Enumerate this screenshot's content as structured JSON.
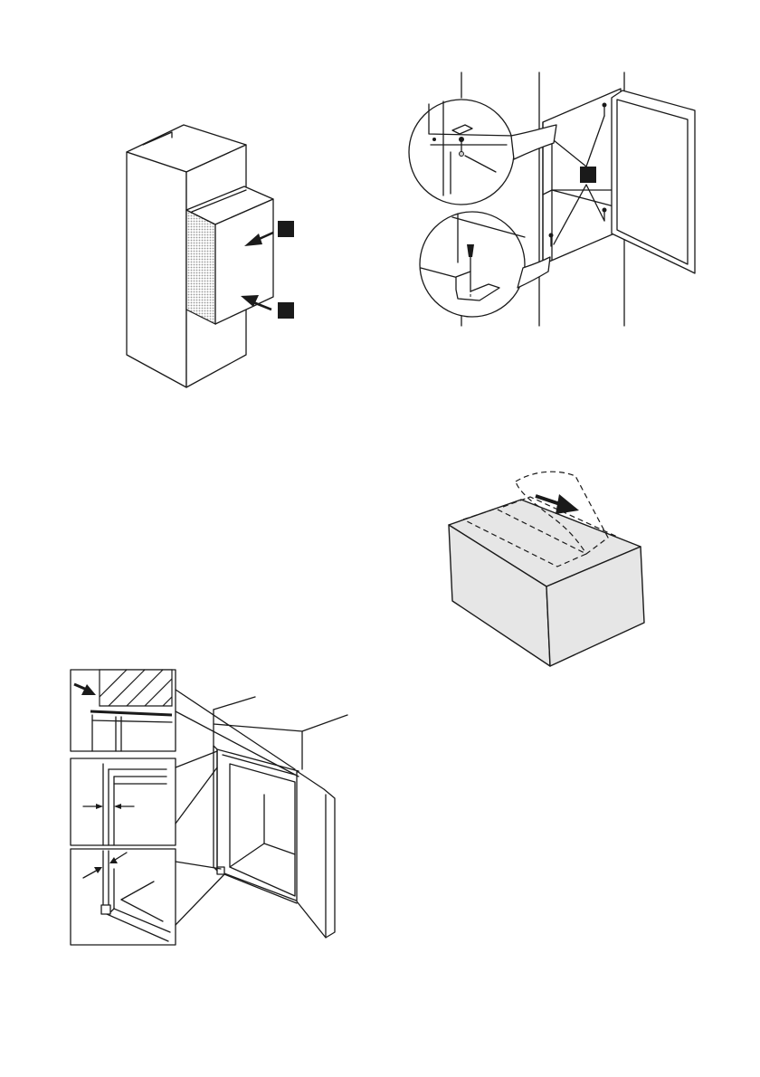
{
  "figures": [
    {
      "id": "fig-1",
      "name": "appliance-insertion"
    },
    {
      "id": "fig-2",
      "name": "door-hinge-screws"
    },
    {
      "id": "fig-3",
      "name": "protective-tape-removal"
    },
    {
      "id": "fig-4",
      "name": "door-gap-alignment"
    }
  ],
  "colors": {
    "line": "#1a1a1a",
    "shade": "#e6e6e6",
    "dots": "#bdbdbd"
  }
}
